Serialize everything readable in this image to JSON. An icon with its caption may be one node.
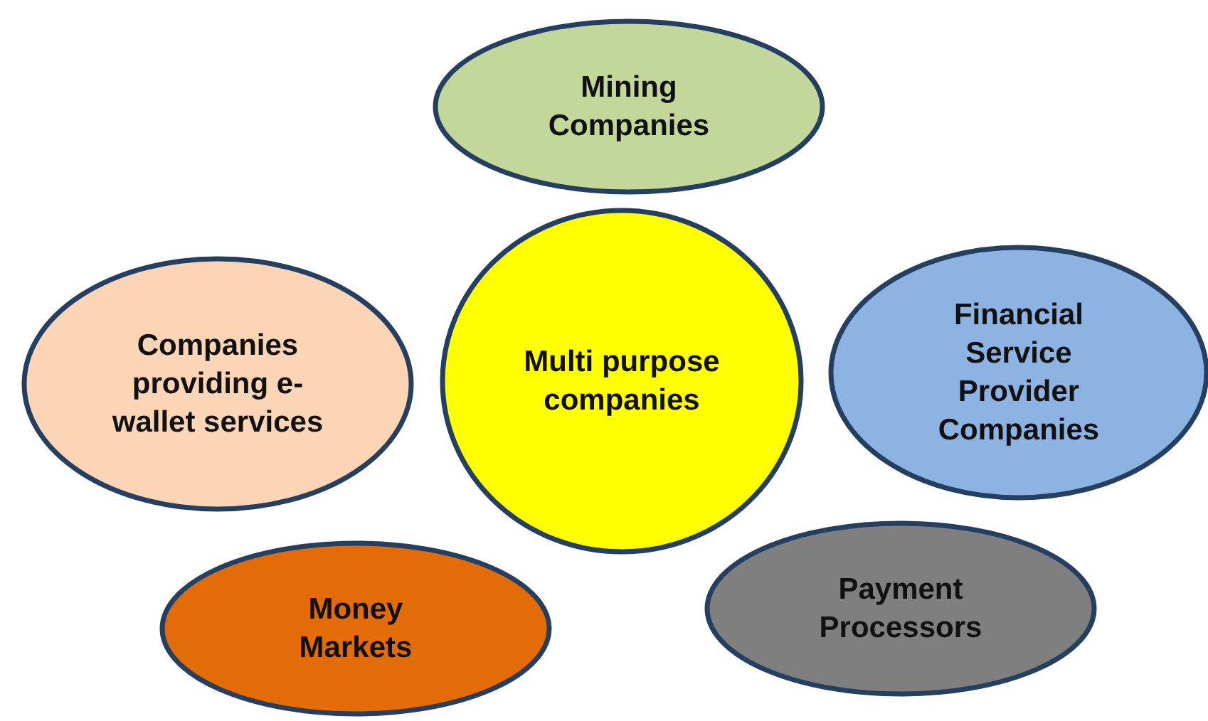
{
  "diagram": {
    "nodes": [
      {
        "text": [
          "Mining Companies"
        ]
      },
      {
        "text": [
          "Companies providing e-wallet services"
        ]
      },
      {
        "text": [
          "Multi purpose companies"
        ]
      },
      {
        "text": [
          "Financial Service Provider Companies"
        ]
      },
      {
        "text": [
          "Money Markets"
        ]
      },
      {
        "text": [
          "Payment Processors"
        ]
      }
    ]
  }
}
